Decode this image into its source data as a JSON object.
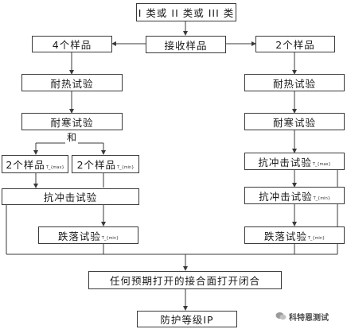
{
  "boxes": {
    "category": "I 类或 II 类或 III 类",
    "samples_4": "4个样品",
    "receive": "接收样品",
    "samples_2": "2个样品",
    "heat_left": "耐热试验",
    "heat_right": "耐热试验",
    "cold_left": "耐寒试验",
    "cold_right": "耐寒试验",
    "sub_left_a": {
      "text": "2个样品",
      "sub": "T_{max}"
    },
    "sub_left_b": {
      "text": "2个样品",
      "sub": "T_{min}"
    },
    "impact_left": "抗冲击试验",
    "impact_right_max": {
      "text": "抗冲击试验",
      "sub": "T_{max}"
    },
    "impact_right_min": {
      "text": "抗冲击试验",
      "sub": "T_{min}"
    },
    "drop_left": {
      "text": "跌落试验",
      "sub": "T_{min}"
    },
    "drop_right": {
      "text": "跌落试验",
      "sub": "T_{min}"
    },
    "open_close": "任何预期打开的接合面打开闭合",
    "ip": "防护等级IP"
  },
  "and_label": "和",
  "watermark": "科特恩测试"
}
